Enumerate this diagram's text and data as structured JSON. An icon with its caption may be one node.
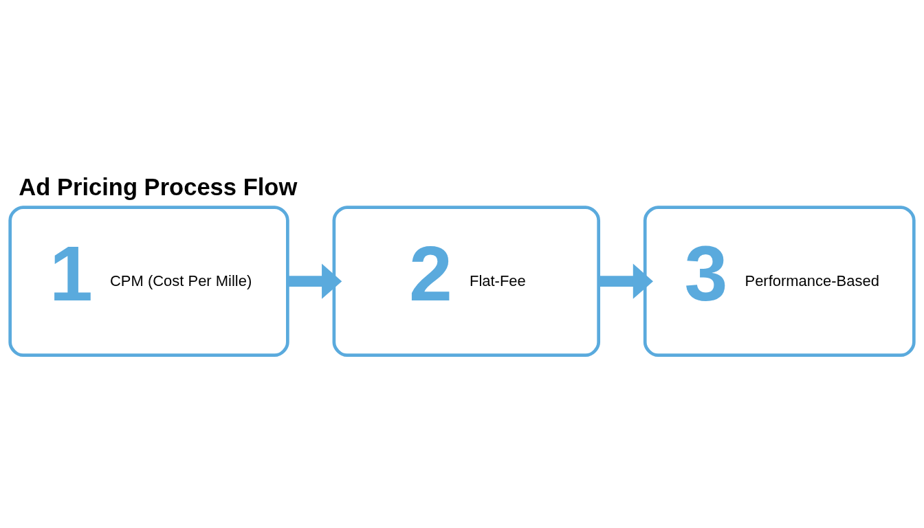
{
  "diagram": {
    "title": "Ad Pricing Process Flow",
    "nodes": [
      {
        "text": [
          "1",
          "CPM (Cost Per Mille)"
        ]
      },
      {
        "text": [
          "2",
          "Flat-Fee"
        ]
      },
      {
        "text": [
          "3",
          "Performance-Based"
        ]
      }
    ],
    "edges": [
      {
        "from": 0,
        "to": 1,
        "arrow": "to"
      },
      {
        "from": 1,
        "to": 2,
        "arrow": "to"
      }
    ]
  }
}
